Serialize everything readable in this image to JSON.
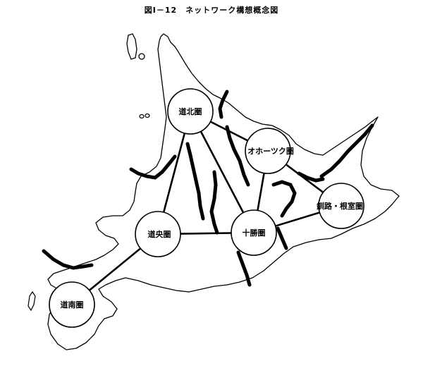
{
  "figure": {
    "title": "図Ⅰ－12　ネットワーク構想概念図"
  },
  "nodes": [
    {
      "id": "dohoku",
      "label": "道北圏"
    },
    {
      "id": "okhotsk",
      "label": "オホーツク圏"
    },
    {
      "id": "kushiro_nemuro",
      "label": "釧路・根室圏"
    },
    {
      "id": "doo",
      "label": "道央圏"
    },
    {
      "id": "tokachi",
      "label": "十勝圏"
    },
    {
      "id": "donan",
      "label": "道南圏"
    }
  ],
  "links": [
    [
      "dohoku",
      "okhotsk"
    ],
    [
      "dohoku",
      "doo"
    ],
    [
      "dohoku",
      "tokachi"
    ],
    [
      "okhotsk",
      "tokachi"
    ],
    [
      "okhotsk",
      "kushiro_nemuro"
    ],
    [
      "doo",
      "tokachi"
    ],
    [
      "tokachi",
      "kushiro_nemuro"
    ],
    [
      "doo",
      "donan"
    ]
  ],
  "style": {
    "line_color": "#000000",
    "node_fill": "#ffffff"
  }
}
